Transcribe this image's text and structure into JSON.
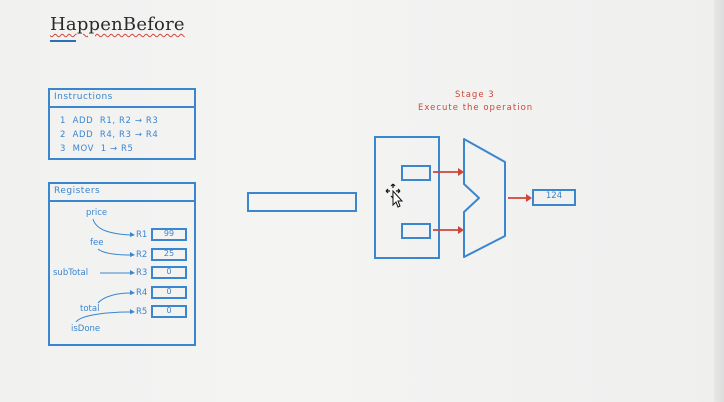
{
  "title": "HappenBefore",
  "instructions": {
    "header": "Instructions",
    "lines": [
      "1  ADD  R1, R2 → R3",
      "2  ADD  R4, R3 → R4",
      "3  MOV  1 → R5"
    ]
  },
  "registers": {
    "header": "Registers",
    "rows": [
      {
        "reg": "R1",
        "value": "99"
      },
      {
        "reg": "R2",
        "value": "25"
      },
      {
        "reg": "R3",
        "value": "0"
      },
      {
        "reg": "R4",
        "value": "0"
      },
      {
        "reg": "R5",
        "value": "0"
      }
    ],
    "variables": [
      "price",
      "fee",
      "subTotal",
      "total",
      "isDone"
    ]
  },
  "stage": {
    "title": "Stage 3",
    "subtitle": "Execute the operation"
  },
  "result": "124",
  "colors": {
    "accent": "#3a86cf",
    "highlight": "#d0453a"
  }
}
